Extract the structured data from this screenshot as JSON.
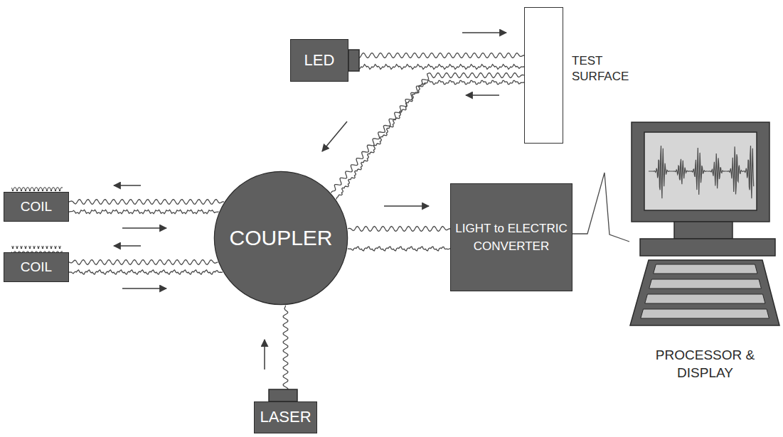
{
  "diagram": {
    "nodes": [
      {
        "text": [
          "LED"
        ]
      },
      {
        "text": [
          "TEST SURFACE"
        ]
      },
      {
        "text": [
          "COIL"
        ]
      },
      {
        "text": [
          "COUPLER"
        ]
      },
      {
        "text": [
          "LIGHT to ELECTRIC CONVERTER"
        ]
      },
      {
        "text": [
          "COIL"
        ]
      },
      {
        "text": [
          "PROCESSOR & DISPLAY"
        ]
      },
      {
        "text": [
          "LASER"
        ]
      }
    ],
    "edges": [
      {
        "from": 0,
        "to": 1,
        "arrow": "to"
      },
      {
        "from": 1,
        "to": 3,
        "arrow": "to"
      },
      {
        "from": 3,
        "to": 2,
        "arrow": "both"
      },
      {
        "from": 3,
        "to": 5,
        "arrow": "both"
      },
      {
        "from": 3,
        "to": 4,
        "arrow": "to"
      },
      {
        "from": 7,
        "to": 3,
        "arrow": "to"
      },
      {
        "from": 4,
        "to": 6,
        "arrow": "none"
      }
    ]
  }
}
